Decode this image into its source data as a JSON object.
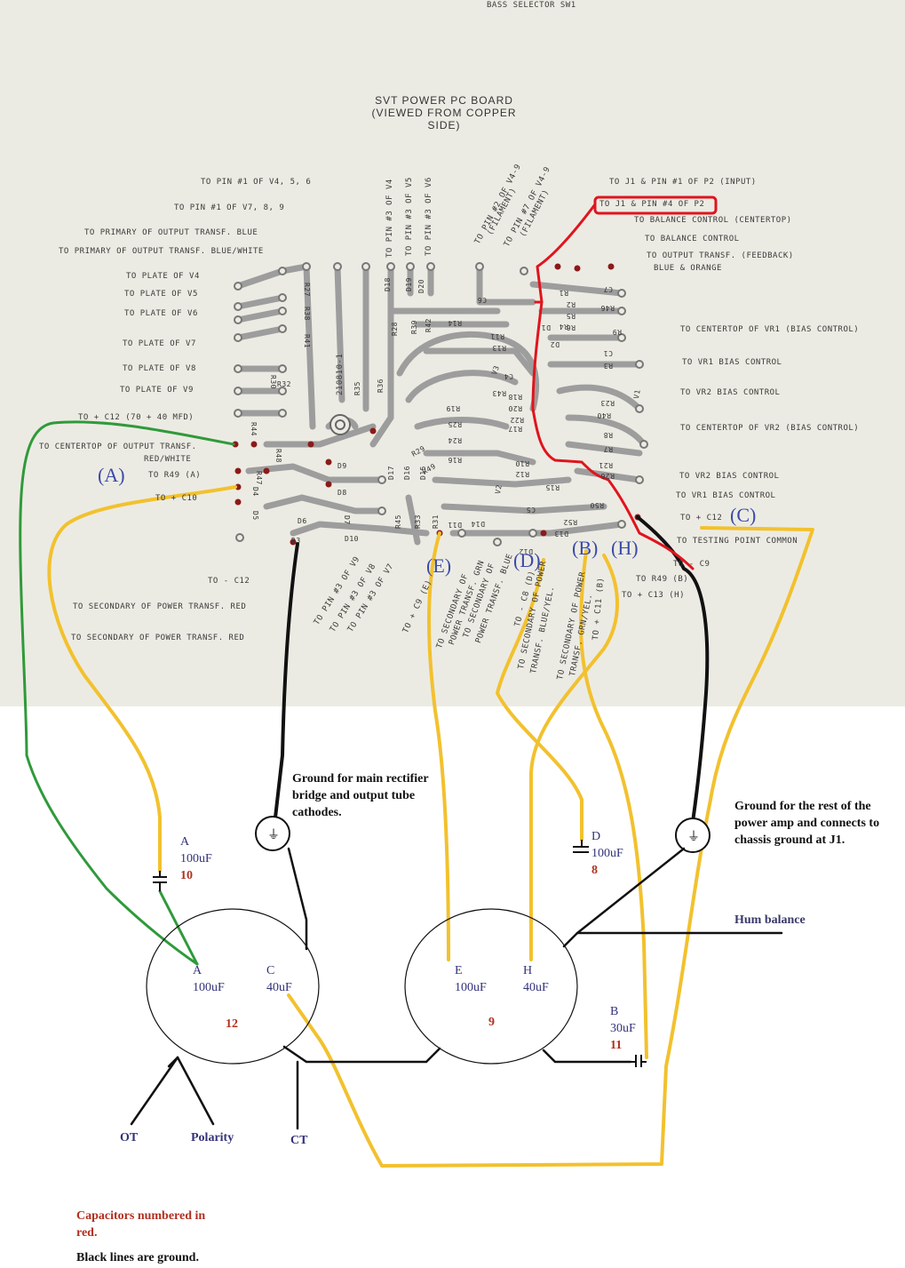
{
  "header": {
    "bass_selector": "BASS SELECTOR  SW1"
  },
  "board": {
    "title_line1": "SVT POWER PC BOARD",
    "title_line2": "(VIEWED FROM COPPER SIDE)",
    "part_number": "210810-1"
  },
  "left_labels": [
    "TO PIN #1 OF V4, 5, 6",
    "TO PIN #1 OF V7, 8, 9",
    "TO PRIMARY OF OUTPUT TRANSF.  BLUE",
    "TO PRIMARY OF OUTPUT TRANSF. BLUE/WHITE",
    "TO PLATE OF V4",
    "TO PLATE OF V5",
    "TO PLATE OF V6",
    "TO PLATE OF V7",
    "TO PLATE OF V8",
    "TO PLATE OF V9",
    "TO + C12 (70 + 40 MFD)",
    "TO CENTERTOP OF OUTPUT TRANSF.",
    "RED/WHITE",
    "TO R49 (A)",
    "TO + C10",
    "TO - C12",
    "TO SECONDARY OF POWER TRANSF. RED",
    "TO SECONDARY OF POWER TRANSF. RED"
  ],
  "top_vertical_labels": [
    "TO PIN #3 OF V4",
    "TO PIN #3 OF V5",
    "TO PIN #3 OF V6"
  ],
  "top_diag_labels": [
    "TO PIN #2 OF V4-9",
    "(FILAMENT)",
    "TO PIN #7 OF V4-9",
    "(FILAMENT)"
  ],
  "right_labels": [
    "TO J1 & PIN #1 OF P2 (INPUT)",
    "TO J1 & PIN #4 OF P2",
    "TO BALANCE CONTROL (CENTERTOP)",
    "TO BALANCE CONTROL",
    "TO OUTPUT TRANSF. (FEEDBACK)",
    "BLUE & ORANGE",
    "TO CENTERTOP OF VR1 (BIAS CONTROL)",
    "TO VR1 BIAS CONTROL",
    "TO VR2 BIAS CONTROL",
    "TO CENTERTOP OF VR2 (BIAS CONTROL)",
    "TO VR2 BIAS CONTROL",
    "TO VR1 BIAS CONTROL",
    "TO + C12",
    "TO TESTING POINT COMMON",
    "TO - C9",
    "TO R49 (B)",
    "TO + C13 (H)"
  ],
  "bottom_diag_labels": [
    "TO PIN #3 OF V9",
    "TO PIN #3 OF V8",
    "TO PIN #3 OF V7",
    "TO + C9 (E)",
    "TO SECONDARY OF",
    "POWER TRANSF. GRN",
    "TO SECONDARY OF",
    "POWER TRANSF. BLUE",
    "TO - C8 (D)",
    "TO SECONDARY OF POWER",
    "TRANSF. BLUE/YEL.",
    "TO SECONDARY OF POWER",
    "TRANSF. GRN/YEL.",
    "TO + C11 (B)"
  ],
  "component_labels": [
    "R27",
    "R38",
    "R41",
    "R32",
    "R30",
    "R44",
    "R35",
    "R36",
    "R48",
    "R47",
    "D4",
    "D5",
    "D6",
    "D7",
    "D8",
    "D9",
    "D10",
    "D3",
    "D18",
    "D19",
    "D20",
    "R28",
    "R39",
    "R42",
    "D17",
    "D16",
    "D15",
    "R45",
    "R33",
    "R31",
    "R29",
    "R49",
    "C6",
    "R14",
    "R11",
    "R13",
    "R19",
    "R25",
    "R24",
    "R16",
    "R17",
    "R18",
    "R20",
    "R22",
    "V3",
    "V2",
    "R12",
    "R10",
    "C5",
    "R15",
    "R50",
    "D11",
    "D14",
    "D12",
    "D13",
    "R52",
    "R1",
    "C7",
    "R5",
    "R2",
    "R6",
    "R4",
    "R46",
    "R9",
    "C1",
    "R3",
    "R8",
    "R7",
    "R21",
    "R26",
    "R23",
    "R40",
    "V1",
    "C4",
    "R43",
    "D1",
    "D2"
  ],
  "markers": {
    "A": "(A)",
    "C": "(C)",
    "E": "(E)",
    "D": "(D)",
    "B": "(B)",
    "H": "(H)"
  },
  "notes": {
    "ground1": "Ground for main rectifier bridge and output tube cathodes.",
    "ground2": "Ground for the rest of the power amp and connects to chassis ground at J1.",
    "hum_balance": "Hum balance",
    "caps_numbered": "Capacitors numbered in red.",
    "black_lines": "Black lines are ground."
  },
  "capacitors": [
    {
      "letter": "A",
      "value": "100uF",
      "number": "10"
    },
    {
      "letter": "D",
      "value": "100uF",
      "number": "8"
    },
    {
      "letter": "B",
      "value": "30uF",
      "number": "11"
    }
  ],
  "can_caps": [
    {
      "number": "12",
      "sections": [
        {
          "letter": "A",
          "value": "100uF"
        },
        {
          "letter": "C",
          "value": "40uF"
        }
      ]
    },
    {
      "number": "9",
      "sections": [
        {
          "letter": "E",
          "value": "100uF"
        },
        {
          "letter": "H",
          "value": "40uF"
        }
      ]
    }
  ],
  "terminals": {
    "ot": "OT",
    "polarity": "Polarity",
    "ct": "CT"
  },
  "colors": {
    "yellow": "#f2c12e",
    "green": "#2f9a3a",
    "red": "#e0141e",
    "black": "#111111",
    "blue_label": "#3b4aa8",
    "cap_number": "#b03020",
    "board_bg": "#ecebe3",
    "trace": "#9a9a9a"
  }
}
